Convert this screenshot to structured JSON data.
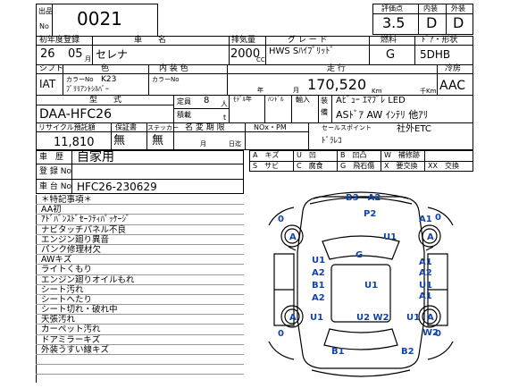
{
  "header": {
    "lot_label_1": "出品",
    "lot_label_2": "No",
    "lot_number": "0021",
    "rating_label": "評価点",
    "interior_label": "内装",
    "exterior_label": "外装",
    "rating": "3.5",
    "interior": "D",
    "exterior": "D"
  },
  "row1": {
    "reg_label": "初年度登録",
    "name_label": "車　　名",
    "cc_label": "排気量",
    "grade_label": "グ レ ー ド",
    "fuel_label": "燃料",
    "door_label": "ﾄﾞｱ・形状",
    "year": "26",
    "month": "05",
    "month_unit": "月",
    "car_name": "セレナ",
    "cc": "2000",
    "cc_unit": "CC",
    "grade": "HWS Sﾊｲﾌﾞﾘｯﾄﾞ",
    "fuel": "G",
    "door": "5DHB"
  },
  "row2": {
    "shift_label": "シフト",
    "color_label": "色",
    "int_color_label": "内 装 色",
    "mileage_label": "走 行",
    "ac_label": "冷房",
    "shift": "IAT",
    "color_no_label": "カラーNo",
    "color_no": "K23",
    "color_name": "ﾌﾞﾘﾘｱﾝﾄｼﾙﾊﾞｰ",
    "int_color_no_label": "カラーNo",
    "year_unit": "年",
    "month_unit": "月",
    "mileage": "170,520",
    "km_unit": "Km",
    "thousand_unit": "千Km",
    "ac": "AAC"
  },
  "row3": {
    "model_label": "型　　式",
    "capacity_label": "定員",
    "capacity": "8",
    "person_unit": "人",
    "load_label": "積載",
    "load_unit": "t",
    "model_year_label": "ﾓﾃﾞﾙ年",
    "handle_label": "ﾊﾝﾄﾞﾙ",
    "import_label": "輸入",
    "equip_label_1": "装",
    "equip_label_2": "備",
    "model": "DAA-HFC26",
    "equipment_1": "Aﾋﾞｭｰ ｴﾏﾌﾞﾚ LED",
    "equipment_2": "ASﾄﾞｱ AW ｲﾝﾃﾘ 他ｱﾘ"
  },
  "row4": {
    "recycle_label": "リサイクル預託額",
    "warranty_label": "保証書",
    "sticker_label": "ステッカー",
    "name_change_label": "名 変 期 限",
    "nox_label": "NOx・PM",
    "sales_point_label": "セールスポイント",
    "recycle": "11,810",
    "warranty": "無",
    "sticker": "無",
    "month_unit": "月",
    "deadline_unit": "日迄",
    "sales_point": "ﾄﾞﾗﾚｺ",
    "sales_point_2": "社外ETC"
  },
  "registration": {
    "history_label": "車　歴",
    "history": "自家用",
    "reg_no_label": "登 録 No",
    "chassis_label": "車 台 No",
    "chassis": "HFC26-230629"
  },
  "legend": [
    [
      "A",
      "キズ"
    ],
    [
      "U",
      "凹"
    ],
    [
      "B",
      "凹凸"
    ],
    [
      "W",
      "補修跡"
    ],
    [
      "S",
      "サビ"
    ],
    [
      "C",
      "腐食"
    ],
    [
      "G",
      "飛石傷"
    ],
    [
      "X",
      "要交換"
    ],
    [
      "XX",
      "交換"
    ]
  ],
  "notes_title": "＊特記事項＊",
  "notes": [
    "AA初",
    "ｱﾄﾞﾊﾞﾝｽﾄﾞｾｰﾌﾃｨﾊﾟｯｹｰｼﾞ",
    "ナビタッチパネル不良",
    "エンジン廻り異音",
    "パンク修理材欠",
    "AWキズ",
    "ライトくもり",
    "エンジン廻りオイルもれ",
    "シート汚れ",
    "シートへたり",
    "シート切れ・破れ中",
    "天張汚れ",
    "カーペット汚れ",
    "ドアミラーキズ",
    "外装うすい線キズ"
  ],
  "diagram": {
    "marks": {
      "b3a2": "B3　A2",
      "p2": "P2",
      "a1_fr": "A1",
      "zero_fl": "0",
      "zero_fr": "0",
      "a_fl": "A",
      "a_fr": "A",
      "u1_hood": "U1",
      "u1_left1": "U1",
      "a2_left1": "A2",
      "g": "G",
      "a1_right1": "A1",
      "a2_right1": "A2",
      "b1_left": "B1",
      "a2_left2": "A2",
      "u1_center": "U1",
      "u1_right2": "U1",
      "a1_right2": "A1",
      "a_rl": "A",
      "a_rr": "A",
      "zero_rl": "0",
      "zero_rr": "0",
      "u1_rear_left": "U1",
      "u2w2": "U2 W2",
      "u1_rear_right": "U1",
      "w2_rear_right": "W2",
      "b1_rear": "B1",
      "b2_rear": "B2"
    }
  }
}
